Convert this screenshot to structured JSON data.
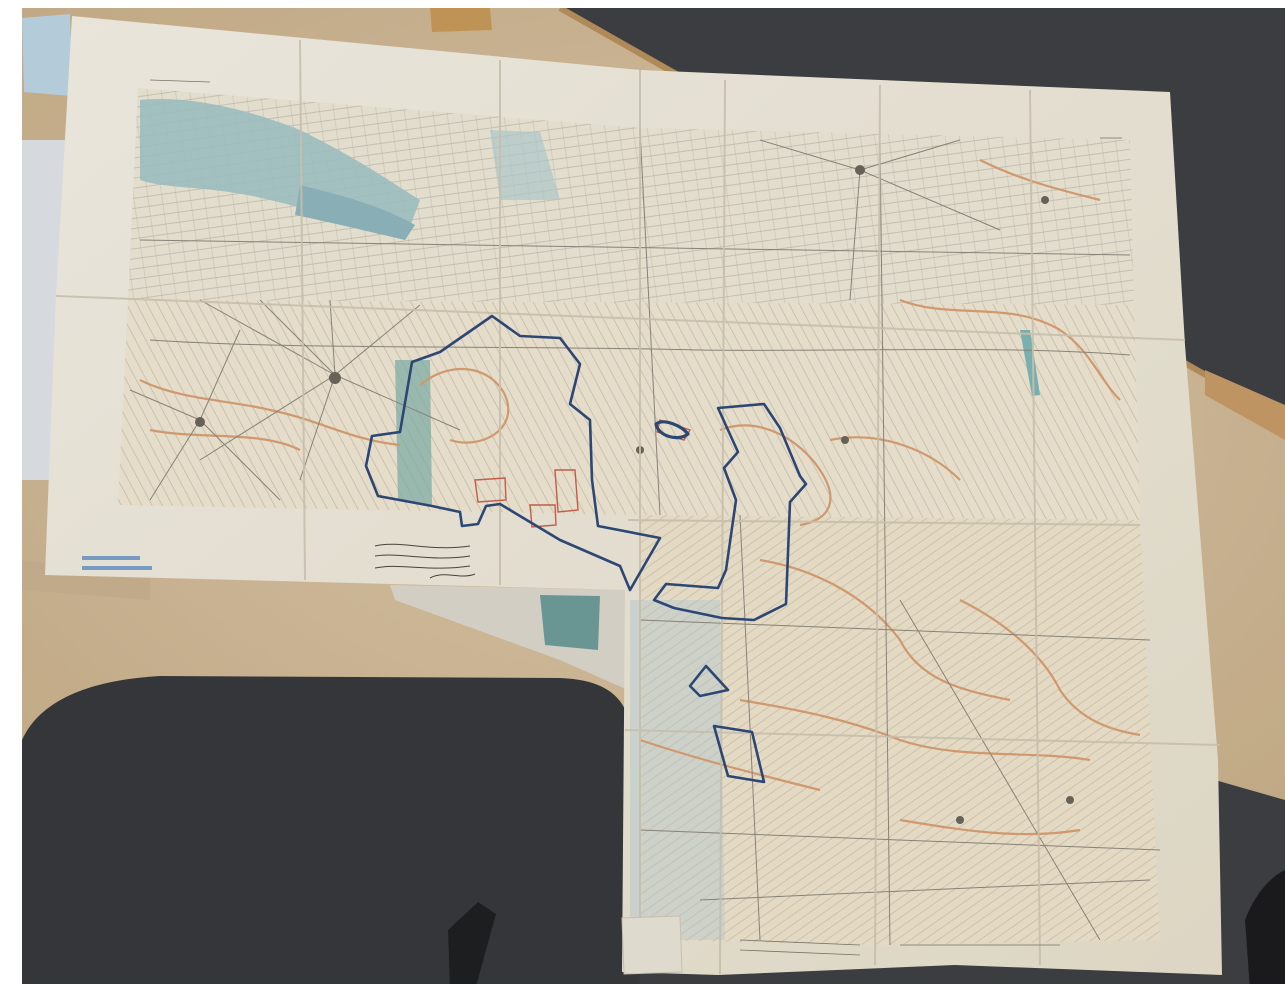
{
  "scene": {
    "description_label": "",
    "colors": {
      "desk_wood": "#d8c4a4",
      "desk_edge": "#caa879",
      "floor_dark": "#3e4043",
      "chair_dark": "#38393c",
      "paper": "#eee9dc",
      "water_blue": "#9fc2c6",
      "map_line": "#9a958c",
      "contour_orange": "#d8a072",
      "boundary_blue": "#2f4a7a",
      "field_red": "#c9614d",
      "stamp_blue": "#5e8fc4",
      "ink": "#4a463f"
    },
    "icons": [
      "folded-topographic-map",
      "hand-drawn-boundary",
      "office-chair",
      "desk"
    ]
  }
}
